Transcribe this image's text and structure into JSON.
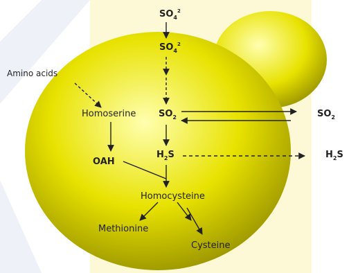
{
  "colors": {
    "background": "#ffffff",
    "watermark_band": "#fdf9d6",
    "watermark_blue": "#eef1f8",
    "cell_main": "#e8e200",
    "cell_highlight": "#ffffb0",
    "cell_shadow": "#9a9400",
    "arrow": "#222222"
  },
  "labels": {
    "so4_outer": {
      "base": "SO",
      "sub": "4",
      "sup": "2"
    },
    "so4_inner": {
      "base": "SO",
      "sub": "4",
      "sup": "2"
    },
    "amino_acids": "Amino acids",
    "homoserine": "Homoserine",
    "so2_inner": {
      "base": "SO",
      "sub": "2"
    },
    "so2_outer": {
      "base": "SO",
      "sub": "2"
    },
    "oah": "OAH",
    "h2s_inner": {
      "base": "H",
      "sub": "2",
      "rest": "S"
    },
    "h2s_outer": {
      "base": "H",
      "sub": "2",
      "rest": "S"
    },
    "homocysteine": "Homocysteine",
    "methionine": "Methionine",
    "cysteine": "Cysteine"
  }
}
